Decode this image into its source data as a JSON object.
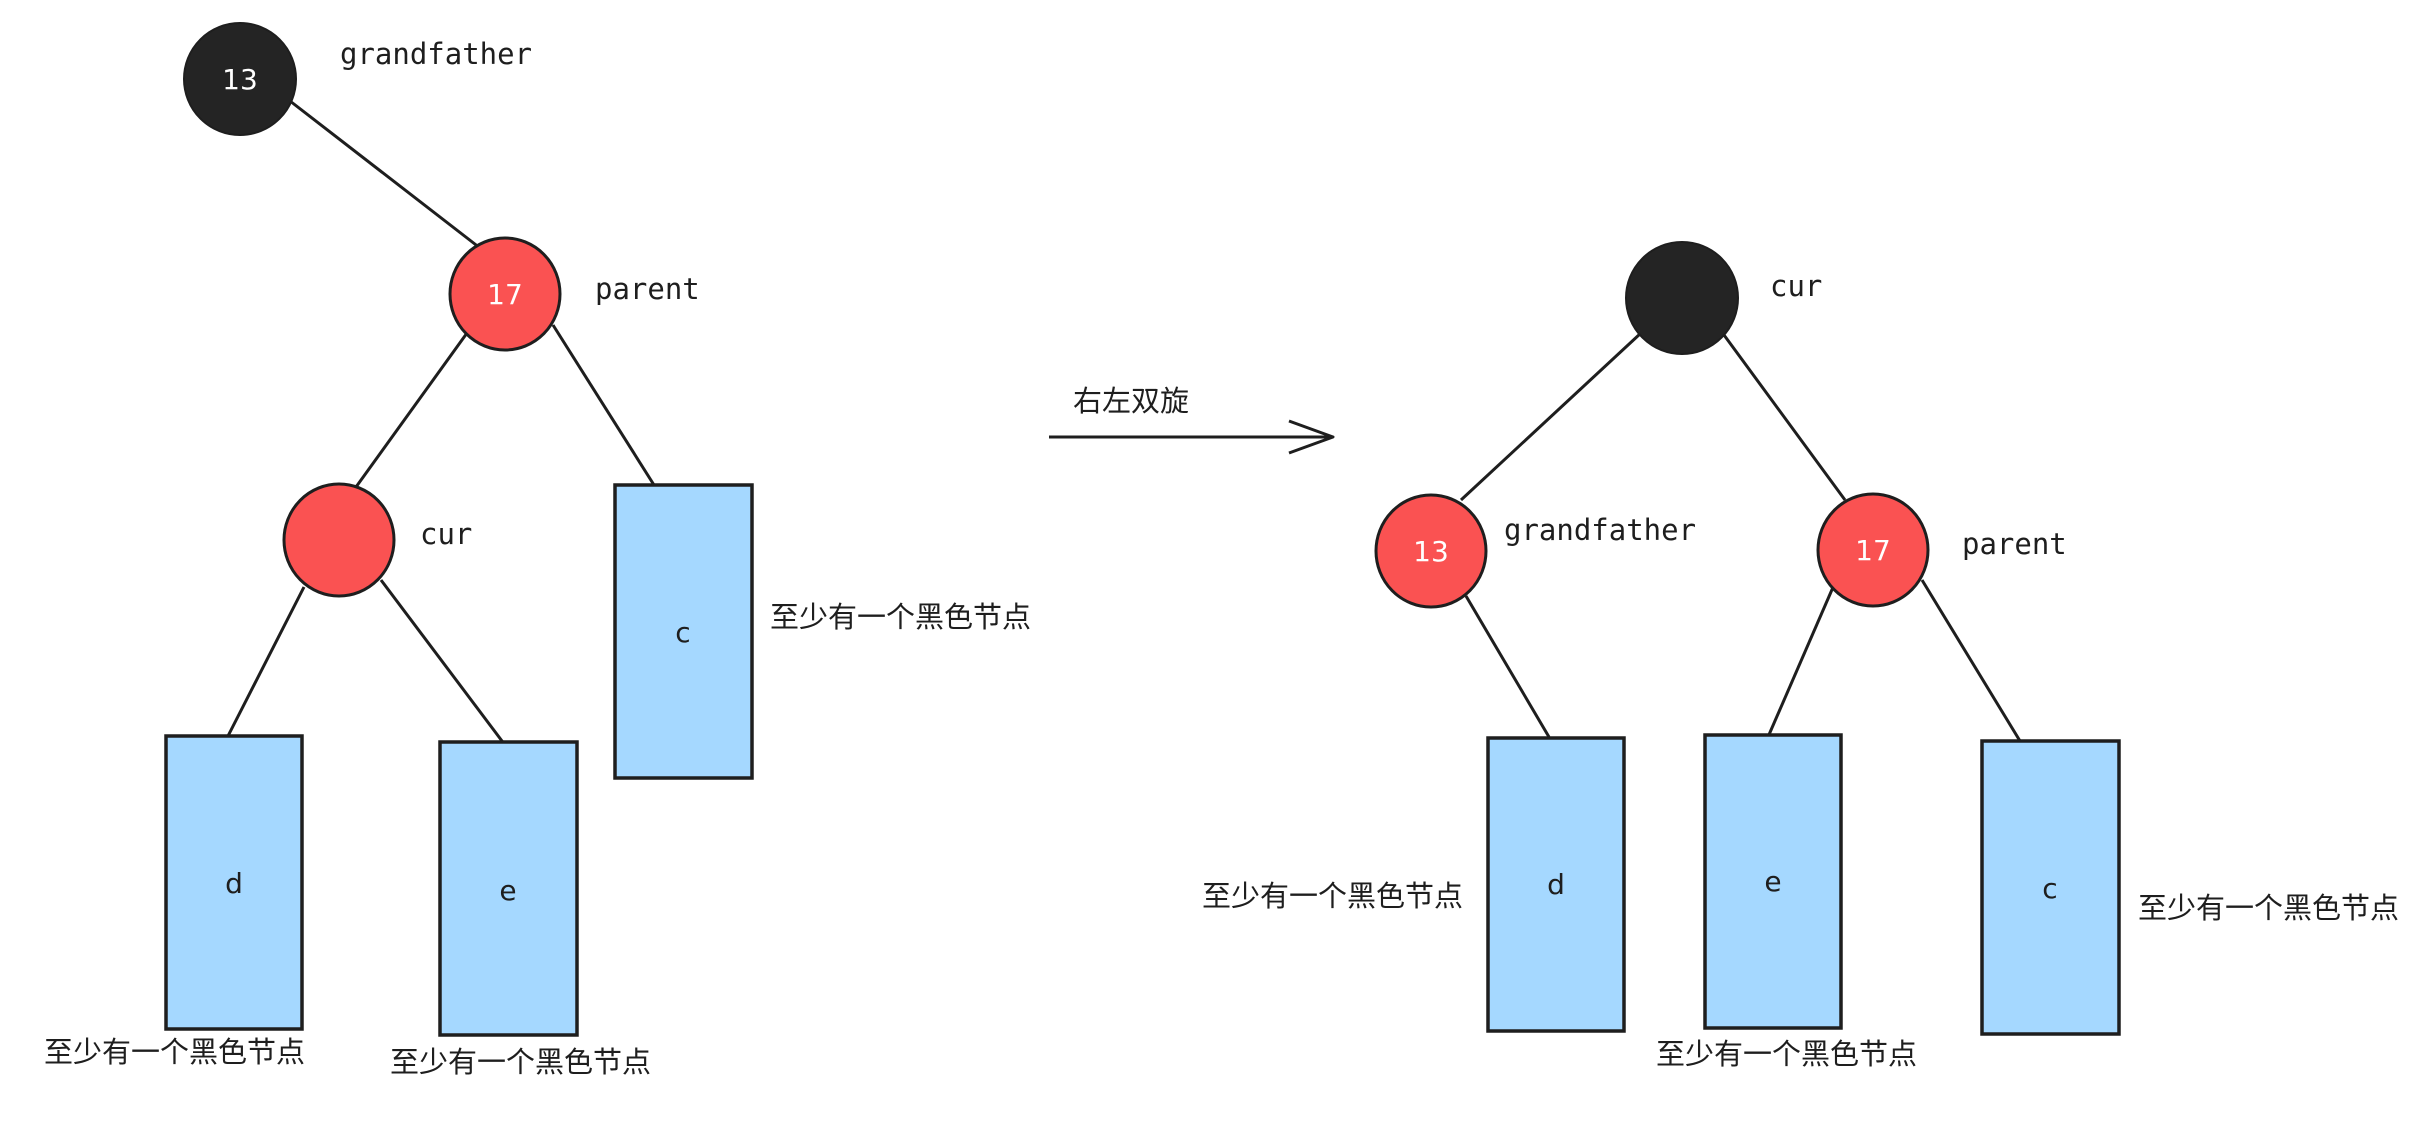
{
  "colors": {
    "black_node": "#242424",
    "red_node": "#fa5252",
    "subtree_fill": "#a5d8ff",
    "stroke": "#1e1e1e"
  },
  "before": {
    "nodes": [
      {
        "id": "grandfather",
        "value": "13",
        "color": "black",
        "role_label": "grandfather"
      },
      {
        "id": "parent",
        "value": "17",
        "color": "red",
        "role_label": "parent"
      },
      {
        "id": "cur",
        "value": "",
        "color": "red",
        "role_label": "cur"
      }
    ],
    "subtrees": [
      {
        "id": "c",
        "label": "c",
        "note": "至少有一个黑色节点"
      },
      {
        "id": "d",
        "label": "d",
        "note": "至少有一个黑色节点"
      },
      {
        "id": "e",
        "label": "e",
        "note": "至少有一个黑色节点"
      }
    ]
  },
  "transition": {
    "label": "右左双旋",
    "icon": "right-arrow-icon"
  },
  "after": {
    "nodes": [
      {
        "id": "cur",
        "value": "",
        "color": "black",
        "role_label": "cur"
      },
      {
        "id": "grandfather",
        "value": "13",
        "color": "red",
        "role_label": "grandfather"
      },
      {
        "id": "parent",
        "value": "17",
        "color": "red",
        "role_label": "parent"
      }
    ],
    "subtrees": [
      {
        "id": "d",
        "label": "d",
        "note": "至少有一个黑色节点"
      },
      {
        "id": "e",
        "label": "e",
        "note": "至少有一个黑色节点"
      },
      {
        "id": "c",
        "label": "c",
        "note": "至少有一个黑色节点"
      }
    ]
  }
}
